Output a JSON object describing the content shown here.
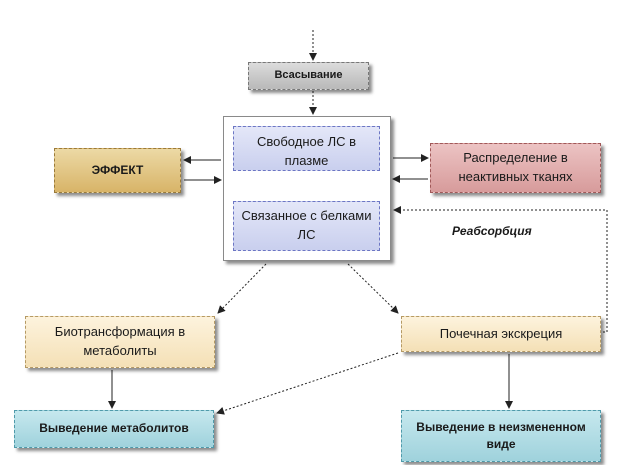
{
  "nodes": {
    "absorption": "Всасывание",
    "free_drug": "Свободное ЛС в плазме",
    "bound_drug": "Связанное с белками ЛС",
    "effect": "ЭФФЕКТ",
    "inactive_distribution": "Распределение в неактивных тканях",
    "biotransformation": "Биотрансформация в метаболиты",
    "renal_excretion": "Почечная экскреция",
    "elimination_metabolites": "Выведение метаболитов",
    "elimination_unchanged": "Выведение в неизмененном виде"
  },
  "labels": {
    "reabsorption": "Реабсорбция"
  }
}
